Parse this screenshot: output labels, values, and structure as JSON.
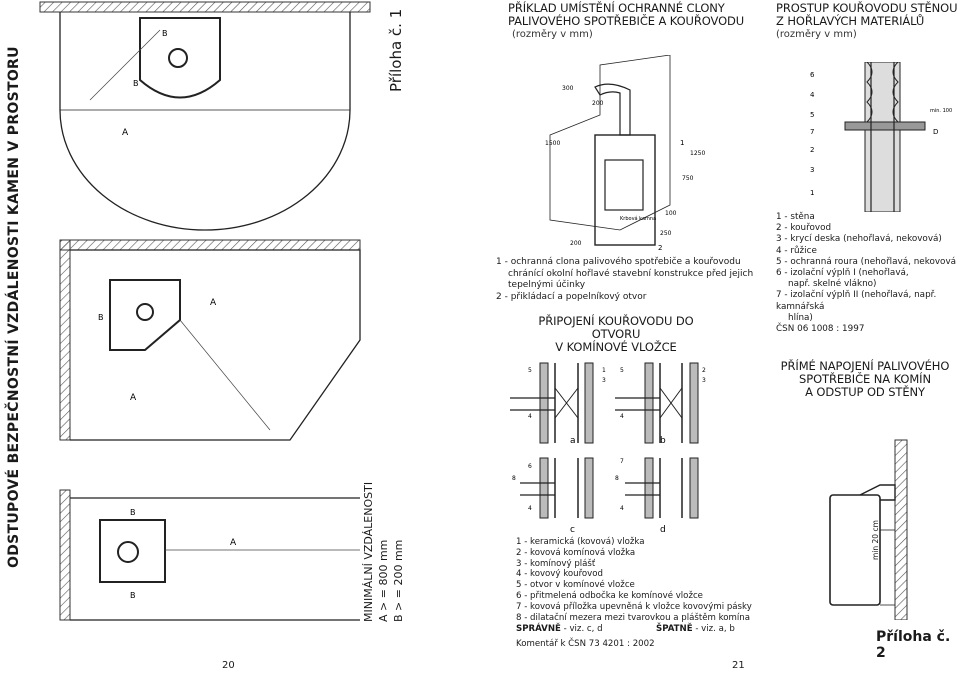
{
  "left_page": {
    "side_title": "ODSTUPOVÉ BEZPEČNOSTNÍ VZDÁLENOSTI KAMEN V PROSTORU",
    "attachment": "Příloha č. 1",
    "min_title": "MINIMÁLNÍ VZDÁLENOSTI",
    "min_a": "A > = 800 mm",
    "min_b": "B > = 200 mm",
    "page_number": "20",
    "dim_labels": {
      "a": "A",
      "b": "B"
    }
  },
  "middle": {
    "title_line1": "PŘÍKLAD UMÍSTĚNÍ OCHRANNÉ CLONY",
    "title_line2": "PALIVOVÉHO SPOTŘEBIČE A KOUŘOVODU",
    "subtitle": "(rozměry v mm)",
    "legend": [
      "1 - ochranná clona palivového spotřebiče a kouřovodu",
      "chránící okolní hořlavé stavební konstrukce před jejich",
      "tepelnými účinky",
      "2 - přikládací a popelníkový otvor"
    ],
    "section_title_line1": "PŘIPOJENÍ KOUŘOVODU DO OTVORU",
    "section_title_line2": "V KOMÍNOVÉ VLOŽCE",
    "variant_labels": [
      "a",
      "b",
      "c",
      "d"
    ],
    "part_labels": [
      "1",
      "2",
      "3",
      "4",
      "5",
      "6",
      "7",
      "8"
    ],
    "dim_values": [
      "300",
      "200",
      "1500",
      "750",
      "1250",
      "100",
      "200",
      "250"
    ],
    "stove_brand": "Krbová kamna",
    "legend2": [
      "1 - keramická (kovová) vložka",
      "2 - kovová komínová vložka",
      "3 - komínový plášť",
      "4 - kovový kouřovod",
      "5 - otvor v komínové vložce",
      "6 - přitmelená odbočka ke komínové vložce",
      "7 - kovová příložka upevněná k vložce kovovými pásky",
      "8 - dilatační mezera mezi tvarovkou a pláštěm komína"
    ],
    "correct_label": "SPRÁVNĚ",
    "correct_value": "- viz. c, d",
    "wrong_label": "ŠPATNĚ",
    "wrong_value": "- viz. a, b",
    "comment": "Komentář k ČSN 73 4201 : 2002",
    "page_number": "21"
  },
  "right": {
    "title_line1": "PROSTUP KOUŘOVODU STĚNOU",
    "title_line2": "Z HOŘLAVÝCH MATERIÁLŮ",
    "subtitle": "(rozměry v mm)",
    "part_labels": [
      "6",
      "4",
      "5",
      "7",
      "2",
      "3",
      "1"
    ],
    "dim_labels": [
      "min. 100",
      "D"
    ],
    "legend": [
      "1 - stěna",
      "2 - kouřovod",
      "3 - krycí deska (nehořlavá, nekovová)",
      "4 - růžice",
      "5 - ochranná roura (nehořlavá, nekovová",
      "6 - izolační výplň I (nehořlavá,",
      "      např. skelné vlákno)",
      "7 - izolační výplň II (nehořlavá, např. kamnářská",
      "      hlína)",
      "ČSN 06 1008 : 1997"
    ],
    "section2_line1": "PŘÍMÉ NAPOJENÍ PALIVOVÉHO",
    "section2_line2": "SPOTŘEBIČE NA KOMÍN",
    "section2_line3": "A ODSTUP OD STĚNY",
    "min_dim": "min 20 cm",
    "attachment": "Příloha č. 2"
  }
}
